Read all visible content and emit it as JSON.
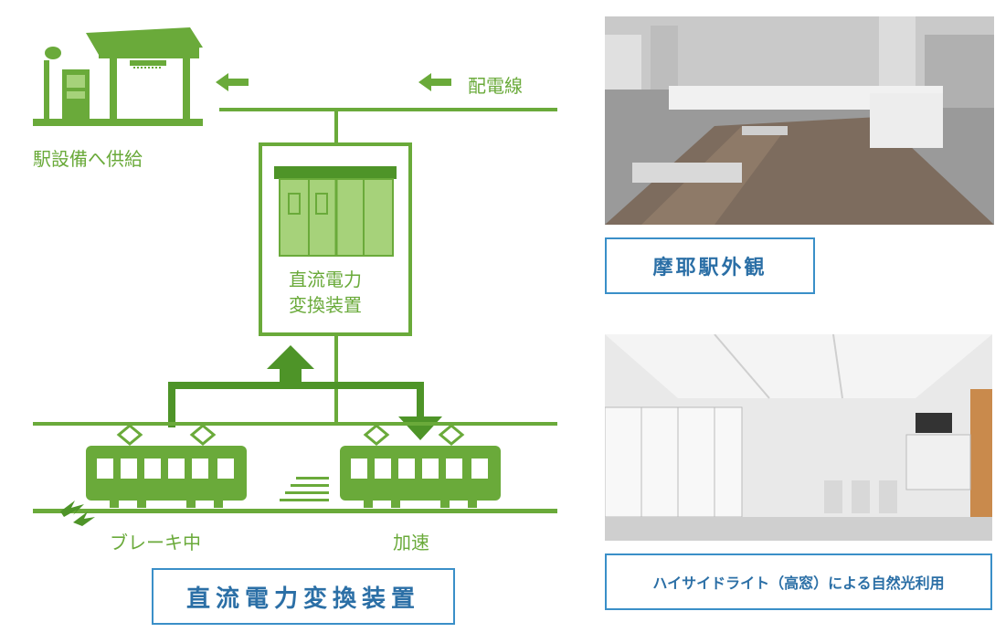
{
  "diagram": {
    "supply_label": "駅設備へ供給",
    "distribution_label": "配電線",
    "device_label_line1": "直流電力",
    "device_label_line2": "変換装置",
    "braking_label": "ブレーキ中",
    "accel_label": "加速",
    "caption": "直流電力変換装置"
  },
  "photos": {
    "station_caption": "摩耶駅外観",
    "interior_caption": "ハイサイドライト（高窓）による自然光利用"
  },
  "colors": {
    "green": "#6aaa3a",
    "dark_green": "#4e9428",
    "light_green": "#a6d27a",
    "caption_border": "#3a8fc8",
    "caption_text": "#2b6fa6"
  }
}
